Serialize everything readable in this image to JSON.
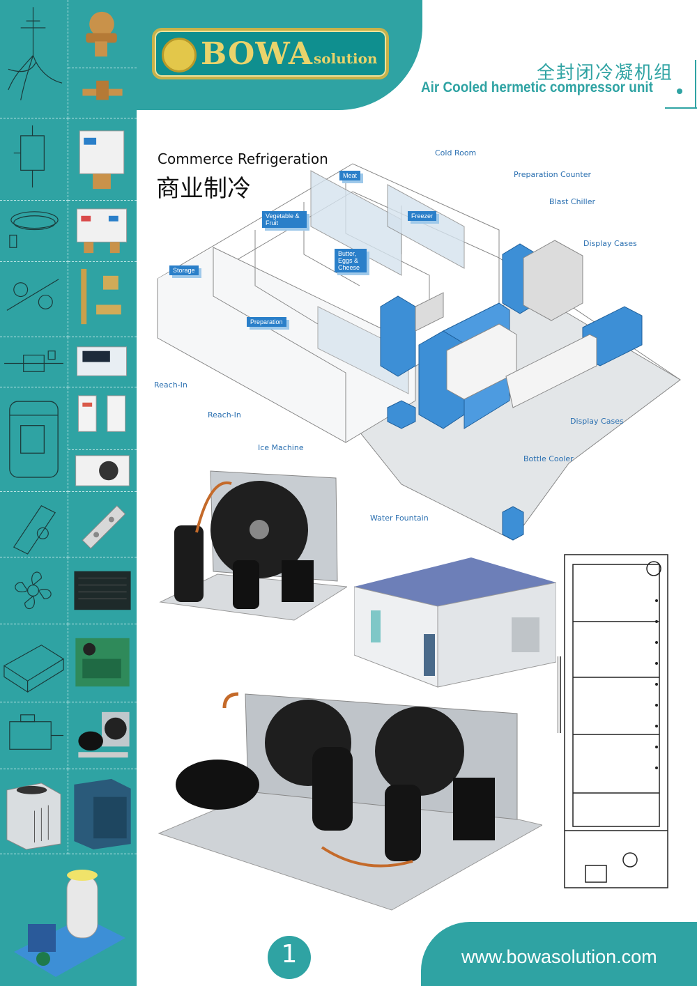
{
  "brand": {
    "name": "BOWA",
    "suffix": "solution"
  },
  "header": {
    "title_cn": "全封闭冷凝机组",
    "title_en": "Air Cooled hermetic compressor unit"
  },
  "section": {
    "title_en": "Commerce Refrigeration",
    "title_cn": "商业制冷"
  },
  "rooms": {
    "meat": "Meat",
    "vegetable": "Vegetable & Fruit",
    "butter": "Butter, Eggs & Cheese",
    "freezer": "Freezer",
    "storage": "Storage",
    "preparation": "Preparation"
  },
  "callouts": {
    "cold_room": "Cold Room",
    "prep_counter": "Preparation Counter",
    "blast_chiller": "Blast Chiller",
    "display_cases_1": "Display Cases",
    "reach_in_1": "Reach-In",
    "reach_in_2": "Reach-In",
    "ice_machine": "Ice Machine",
    "display_cases_2": "Display Cases",
    "bottle_cooler": "Bottle Cooler",
    "water_fountain": "Water Fountain"
  },
  "colors": {
    "teal": "#2fa3a3",
    "gold": "#e9d36b",
    "room_tag_blue": "#2a7fc9",
    "appliance_blue": "#3d8fd6"
  },
  "footer": {
    "page_number": "1",
    "url": "www.bowasolution.com"
  }
}
